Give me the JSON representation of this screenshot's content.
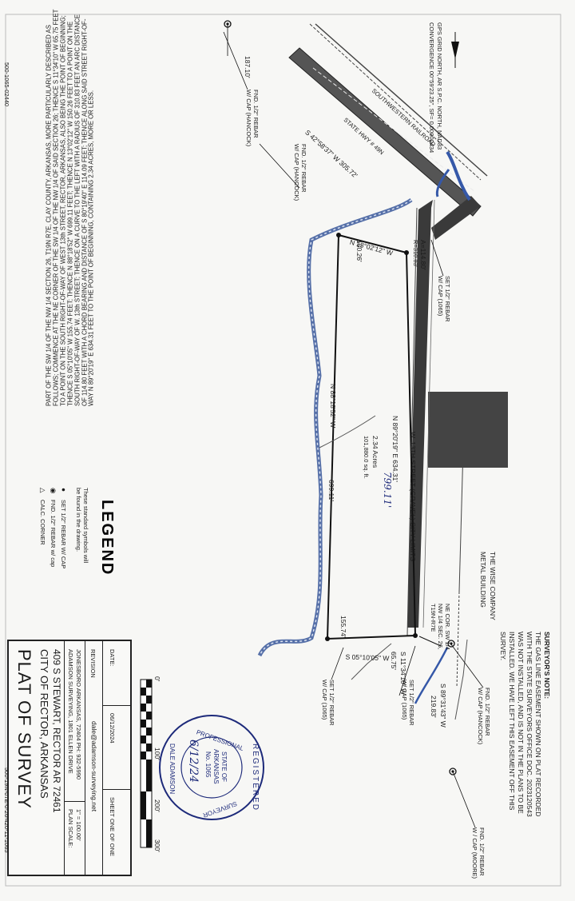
{
  "document_id_top": "500-1065-02440",
  "document_id_bottom": "500-19N-07E-0-26-420-11-1065",
  "grid_note": {
    "line1": "GPS GRID NORTH, AR S.P.C. NORTH, NAD83",
    "line2": "CONVERGENCE 00°59'23.25\", SF= 0.00000434"
  },
  "legal_description": "PART OF THE SW 1/4 OF THE NW 1/4 SECTION 26, T19N R7E, CLAY COUNTY, ARKANSAS, MORE PARTICULARLY DESCRIBED AS FOLLOWS; COMMENCE AT THE NE CORNER OF THE SW 1/4 OF THE NW 1/4 OF SAID SECTION 26; THENCE S 11°34'10\" W 65.75 FEET TO A POINT ON THE SOUTH RIGHT-OF-WAY OF WEST 13th STREET, RECTOR, ARKANSAS, ALSO BEING THE POINT OF BEGINNING; THENCE S 05°10'05\" W 155.74 FEET; THENCE N 88°18'52\" W 699.11 FEET; THENCE N 13°02'12\" W 150.26 FEET TO A POINT ON THE SOUTH RIGHT-OF-WAY OF W. 13th STREET; THENCE ON A CURVE TO THE LEFT WITH A RADIUS OF 310.83 FEET AN ARC DISTANCE OF 114.80 FEET WITH A CHORD BEARING AND DISTANCE OF S 80°19'40\" E 114.09 FEET; THENCE ALONG SAID STREET RIGHT-OF-WAY N 89°20'19\" E 634.31 FEET TO THE POINT OF BEGINNING, CONTAINING 2.34 ACRES, MORE OR LESS.",
  "surveyor_note": {
    "title": "SURVEYOR'S NOTE:",
    "lines": [
      "THE GAS LINE EASEMENT SHOWN ON PLAT RECORDED",
      "WITH THE STATE SURVEYORS OFFICE DOC. 2023120543",
      "WAS NOT INSTALLED, AND IS NOT IN THE PLANS TO BE",
      "INSTALLED. WE HAVE LEFT THIS EASEMENT OFF THIS",
      "SURVEY."
    ]
  },
  "legend": {
    "title": "LEGEND",
    "intro_line1": "These standard symbols will",
    "intro_line2": "be found in the drawing.",
    "items": [
      {
        "symbol": "●",
        "label": "SET 1/2\" REBAR W/ CAP"
      },
      {
        "symbol": "◉",
        "label": "FND. 1/2\" REBAR w/ cap"
      },
      {
        "symbol": "△",
        "label": "CALC. CORNER"
      }
    ]
  },
  "map_labels": {
    "railroad": "SOUTHWESTERN RAILROAD",
    "highway": "STATE HWY # 49N",
    "highway_bearing": "S 42°58'37\" W  305.72'",
    "highway_dim": "187.10'",
    "street": "W. 13TH STREET  (GRAVEL) CITY LIMITS",
    "north_line": "N 89°20'19\" E  634.31'",
    "north_line_handwritten": "799.11'",
    "west_line": "N 13°02'12\" W",
    "west_dist": "150.26'",
    "arc": "A=114.80'",
    "arc_r": "R=310.83'",
    "south_line": "N 88°18'52\" W",
    "south_dist": "699.11'",
    "east_line": "S 05°10'05\" W",
    "east_dist": "155.74'",
    "tie_line": "S 11°34'10\" W",
    "tie_dist": "65.75'",
    "ne_corner": [
      "NE COR. SW 1/4",
      "NW 1/4 SEC. 26,",
      "T19N-R7E"
    ],
    "acres": "2.34 Acres",
    "sqft": "101,880.0 sq. ft.",
    "wise_company": "THE WISE COMPANY",
    "metal_building": "METAL BUILDING",
    "east_bearing2": "S 89°31'43\" W",
    "east_dist2": "219.83'",
    "found_rebar_hancock": [
      "FND. 1/2\" REBAR",
      "W/ CAP (HANCOCK)"
    ],
    "found_rebar_hancock2": [
      "FND. 1/2\" REBAR",
      "W/ CAP (HANCOCK)"
    ],
    "found_rebar_hancock3": [
      "FND. 1/2\" REBAR",
      "W/ CAP (HANCOCK)"
    ],
    "found_rebar_moore": [
      "FND. 1/2\" REBAR",
      "W / CAP (MOORE)"
    ],
    "set_rebar_a": [
      "SET 1/2\" REBAR",
      "W/ CAP (1065)"
    ],
    "set_rebar_b": [
      "SET 1/2\" REBAR",
      "W/ CAP (1065)"
    ],
    "set_rebar_c": [
      "SET 1/2\" REBAR",
      "W/ CAP (1065)"
    ]
  },
  "scale_bar": {
    "ticks": [
      "0'",
      "100'",
      "200'",
      "300'"
    ]
  },
  "seal": {
    "ring_top": "REGISTERED",
    "ring_left": "PROFESSIONAL",
    "ring_right": "SURVEYOR",
    "center_line1": "STATE OF",
    "center_line2": "ARKANSAS",
    "center_line3": "No. 1065",
    "name": "DALE ADAMSON",
    "sig_date": "6/12/24"
  },
  "title_block": {
    "title": "PLAT OF SURVEY",
    "city": "CITY OF RECTOR, ARKANSAS",
    "address": "409 S STEWART, RECTOR AR 72461",
    "company_line1": "ADAMSON SURVEYING, 1801 ELLEN DRIVE",
    "company_line2": "JONESBORO ARKANSAS, 72404  PH: 932-5990",
    "plan_scale_label": "PLAN SCALE:",
    "plan_scale_value": "1\" = 100.00'",
    "revision_label": "REVISION",
    "email": "dale@adamson-surveying.net",
    "date_label": "DATE:",
    "date_value": "06/12/2024",
    "sheet": "SHEET ONE OF ONE"
  }
}
